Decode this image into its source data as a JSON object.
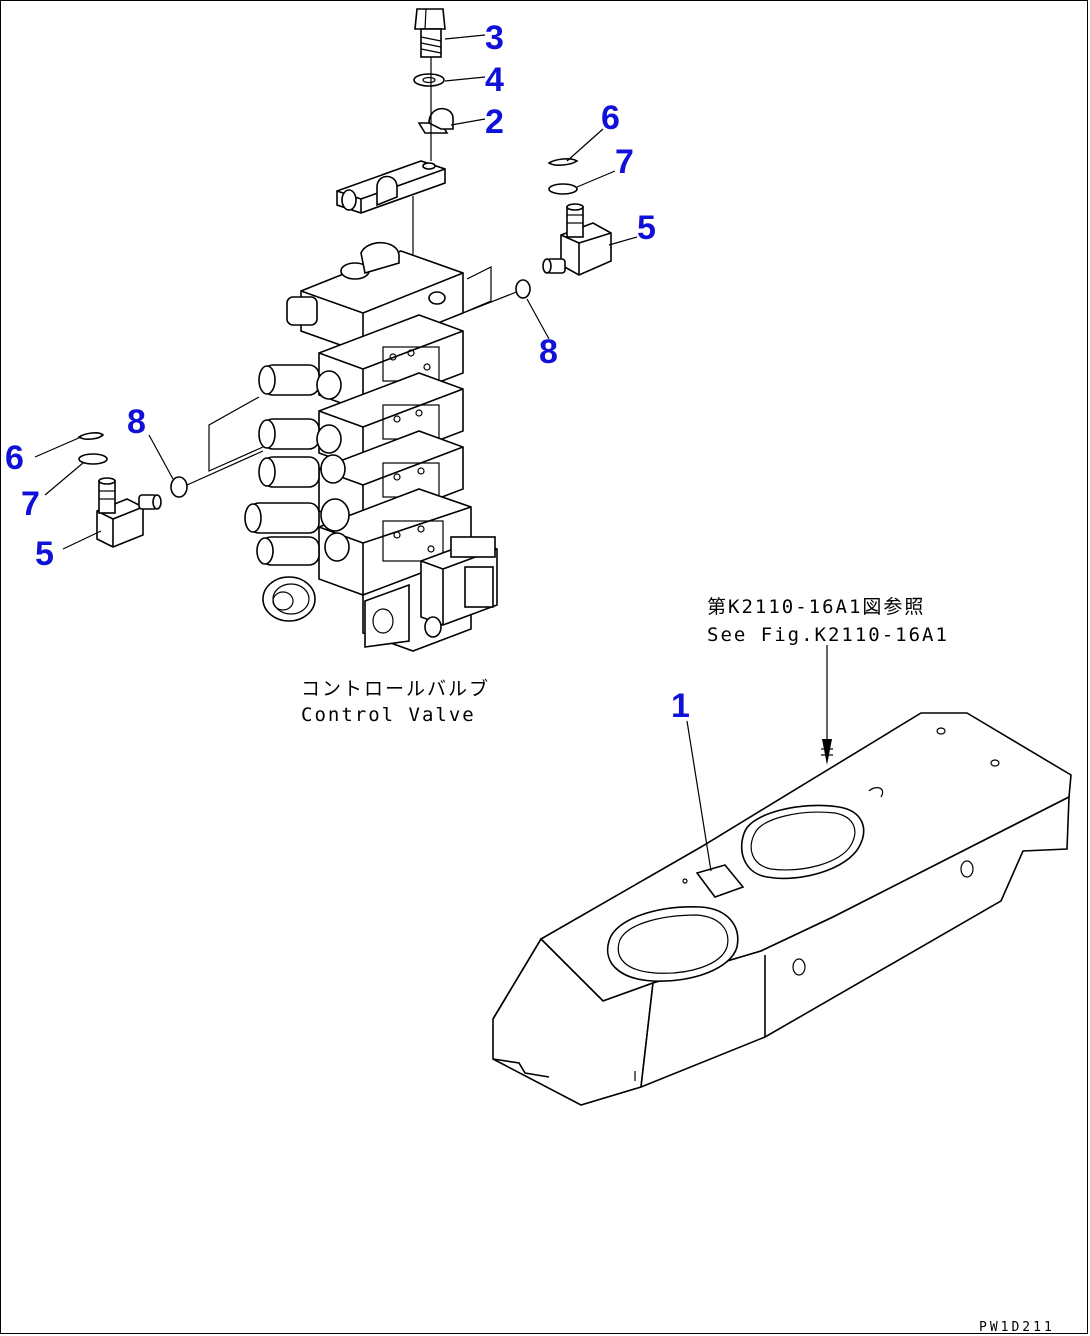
{
  "diagram": {
    "callouts": {
      "c1": "1",
      "c2": "2",
      "c3": "3",
      "c4": "4",
      "c5a": "5",
      "c5b": "5",
      "c6a": "6",
      "c6b": "6",
      "c7a": "7",
      "c7b": "7",
      "c8a": "8",
      "c8b": "8"
    },
    "control_valve_label_jp": "コントロールバルブ",
    "control_valve_label_en": "Control Valve",
    "reference_jp": "第K2110-16A1図参照",
    "reference_en": "See Fig.K2110-16A1",
    "figure_code": "PW1D211",
    "colors": {
      "callout": "#1010d8",
      "line": "#000000",
      "background": "#ffffff"
    }
  }
}
